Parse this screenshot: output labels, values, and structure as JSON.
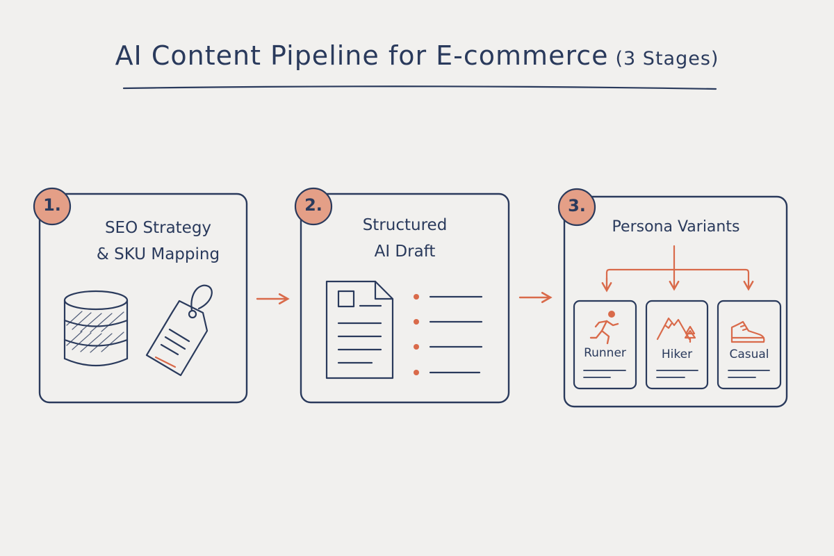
{
  "title": {
    "main": "AI Content Pipeline for E-commerce",
    "sub": "(3 Stages)"
  },
  "colors": {
    "ink": "#2a3a5c",
    "accent": "#d96a4a",
    "badge": "#e49f87",
    "background": "#f1f0ee"
  },
  "stages": [
    {
      "number": "1.",
      "title_line1": "SEO Strategy",
      "title_line2": "& SKU Mapping",
      "icons": [
        "database-icon",
        "price-tag-icon"
      ]
    },
    {
      "number": "2.",
      "title_line1": "Structured",
      "title_line2": "AI Draft",
      "icons": [
        "document-icon",
        "bullet-list-icon"
      ]
    },
    {
      "number": "3.",
      "title_line1": "Persona Variants",
      "title_line2": "",
      "personas": [
        {
          "label": "Runner",
          "icon": "runner-icon"
        },
        {
          "label": "Hiker",
          "icon": "mountain-icon"
        },
        {
          "label": "Casual",
          "icon": "sneaker-icon"
        }
      ]
    }
  ]
}
